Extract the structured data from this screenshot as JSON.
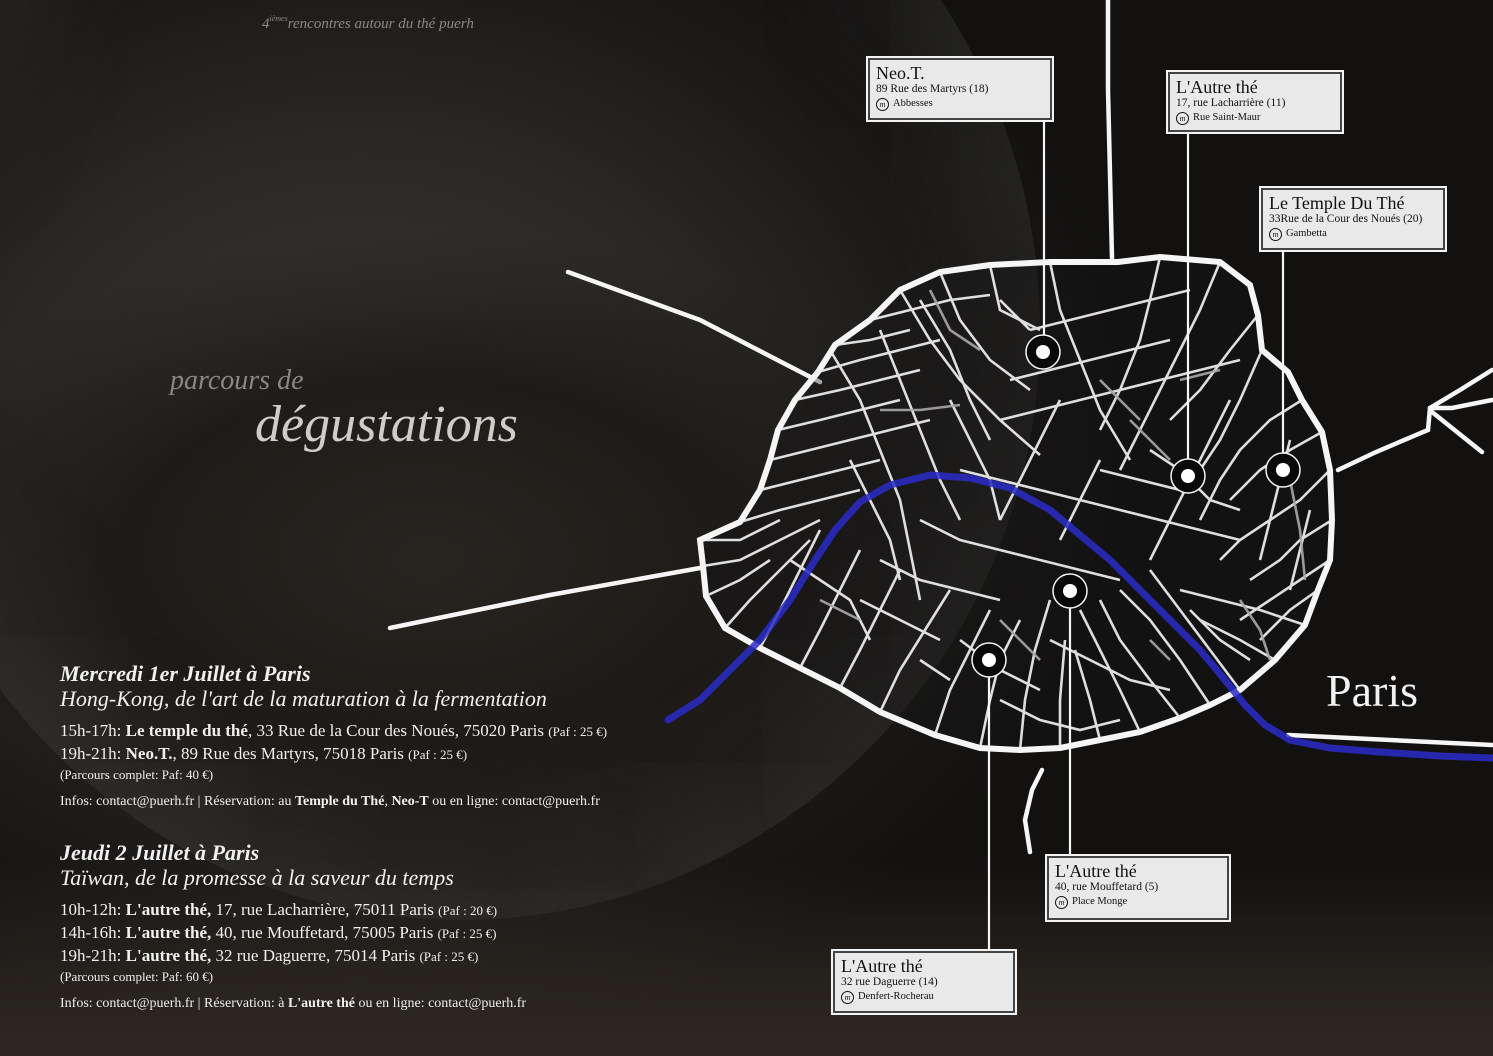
{
  "header": {
    "edition_sup": "ièmes",
    "edition_num": "4",
    "subtitle": "rencontres autour du thé puerh"
  },
  "title": {
    "line1": "parcours de",
    "line2": "dégustations"
  },
  "city_label": "Paris",
  "colors": {
    "river": "#2a2cc8",
    "streets": "#ffffff",
    "boxes": "#e9e9e9"
  },
  "locations": [
    {
      "name": "Neo.T.",
      "address": "89 Rue des Martyrs (18)",
      "metro": "Abbesses",
      "metro_icon": "metro-icon"
    },
    {
      "name": "L'Autre thé",
      "address": "17, rue Lacharrière (11)",
      "metro": "Rue Saint-Maur",
      "metro_icon": "metro-icon"
    },
    {
      "name": "Le Temple Du Thé",
      "address": "33Rue de la Cour des Noués (20)",
      "metro": "Gambetta",
      "metro_icon": "metro-icon"
    },
    {
      "name": "L'Autre thé",
      "address": "40, rue Mouffetard (5)",
      "metro": "Place Monge",
      "metro_icon": "metro-icon"
    },
    {
      "name": "L'Autre thé",
      "address": "32 rue Daguerre (14)",
      "metro": "Denfert-Rocherau",
      "metro_icon": "metro-icon"
    }
  ],
  "day1": {
    "title": "Mercredi 1er Juillet à Paris",
    "theme": "Hong-Kong, de l'art de la maturation à la fermentation",
    "sessions": [
      {
        "time": "15h-17h:",
        "venue": "Le temple du thé",
        "address": ", 33 Rue de la Cour des Noués, 75020 Paris",
        "paf": "(Paf : 25 €)"
      },
      {
        "time": "19h-21h:",
        "venue": "Neo.T.",
        "address": ", 89 Rue des Martyrs, 75018 Paris",
        "paf": "(Paf : 25 €)"
      }
    ],
    "complete": "(Parcours complet: Paf: 40 €)",
    "info_pre": "Infos: contact@puerh.fr | Réservation: au ",
    "info_b1": "Temple du Thé",
    "info_mid": ", ",
    "info_b2": "Neo-T",
    "info_post": " ou en ligne: contact@puerh.fr"
  },
  "day2": {
    "title": "Jeudi 2 Juillet à Paris",
    "theme": "Taïwan, de la promesse à la saveur du temps",
    "sessions": [
      {
        "time": "10h-12h:",
        "venue": "L'autre thé,",
        "address": " 17, rue Lacharrière, 75011 Paris",
        "paf": "(Paf : 20 €)"
      },
      {
        "time": "14h-16h:",
        "venue": "L'autre thé,",
        "address": " 40, rue Mouffetard, 75005 Paris",
        "paf": "(Paf : 25 €)"
      },
      {
        "time": "19h-21h:",
        "venue": "L'autre thé,",
        "address": " 32 rue Daguerre, 75014 Paris",
        "paf": "(Paf : 25 €)"
      }
    ],
    "complete": "(Parcours complet: Paf: 60 €)",
    "info_pre": "Infos: contact@puerh.fr | Réservation: à ",
    "info_b1": "L'autre thé",
    "info_post": " ou en ligne: contact@puerh.fr"
  }
}
